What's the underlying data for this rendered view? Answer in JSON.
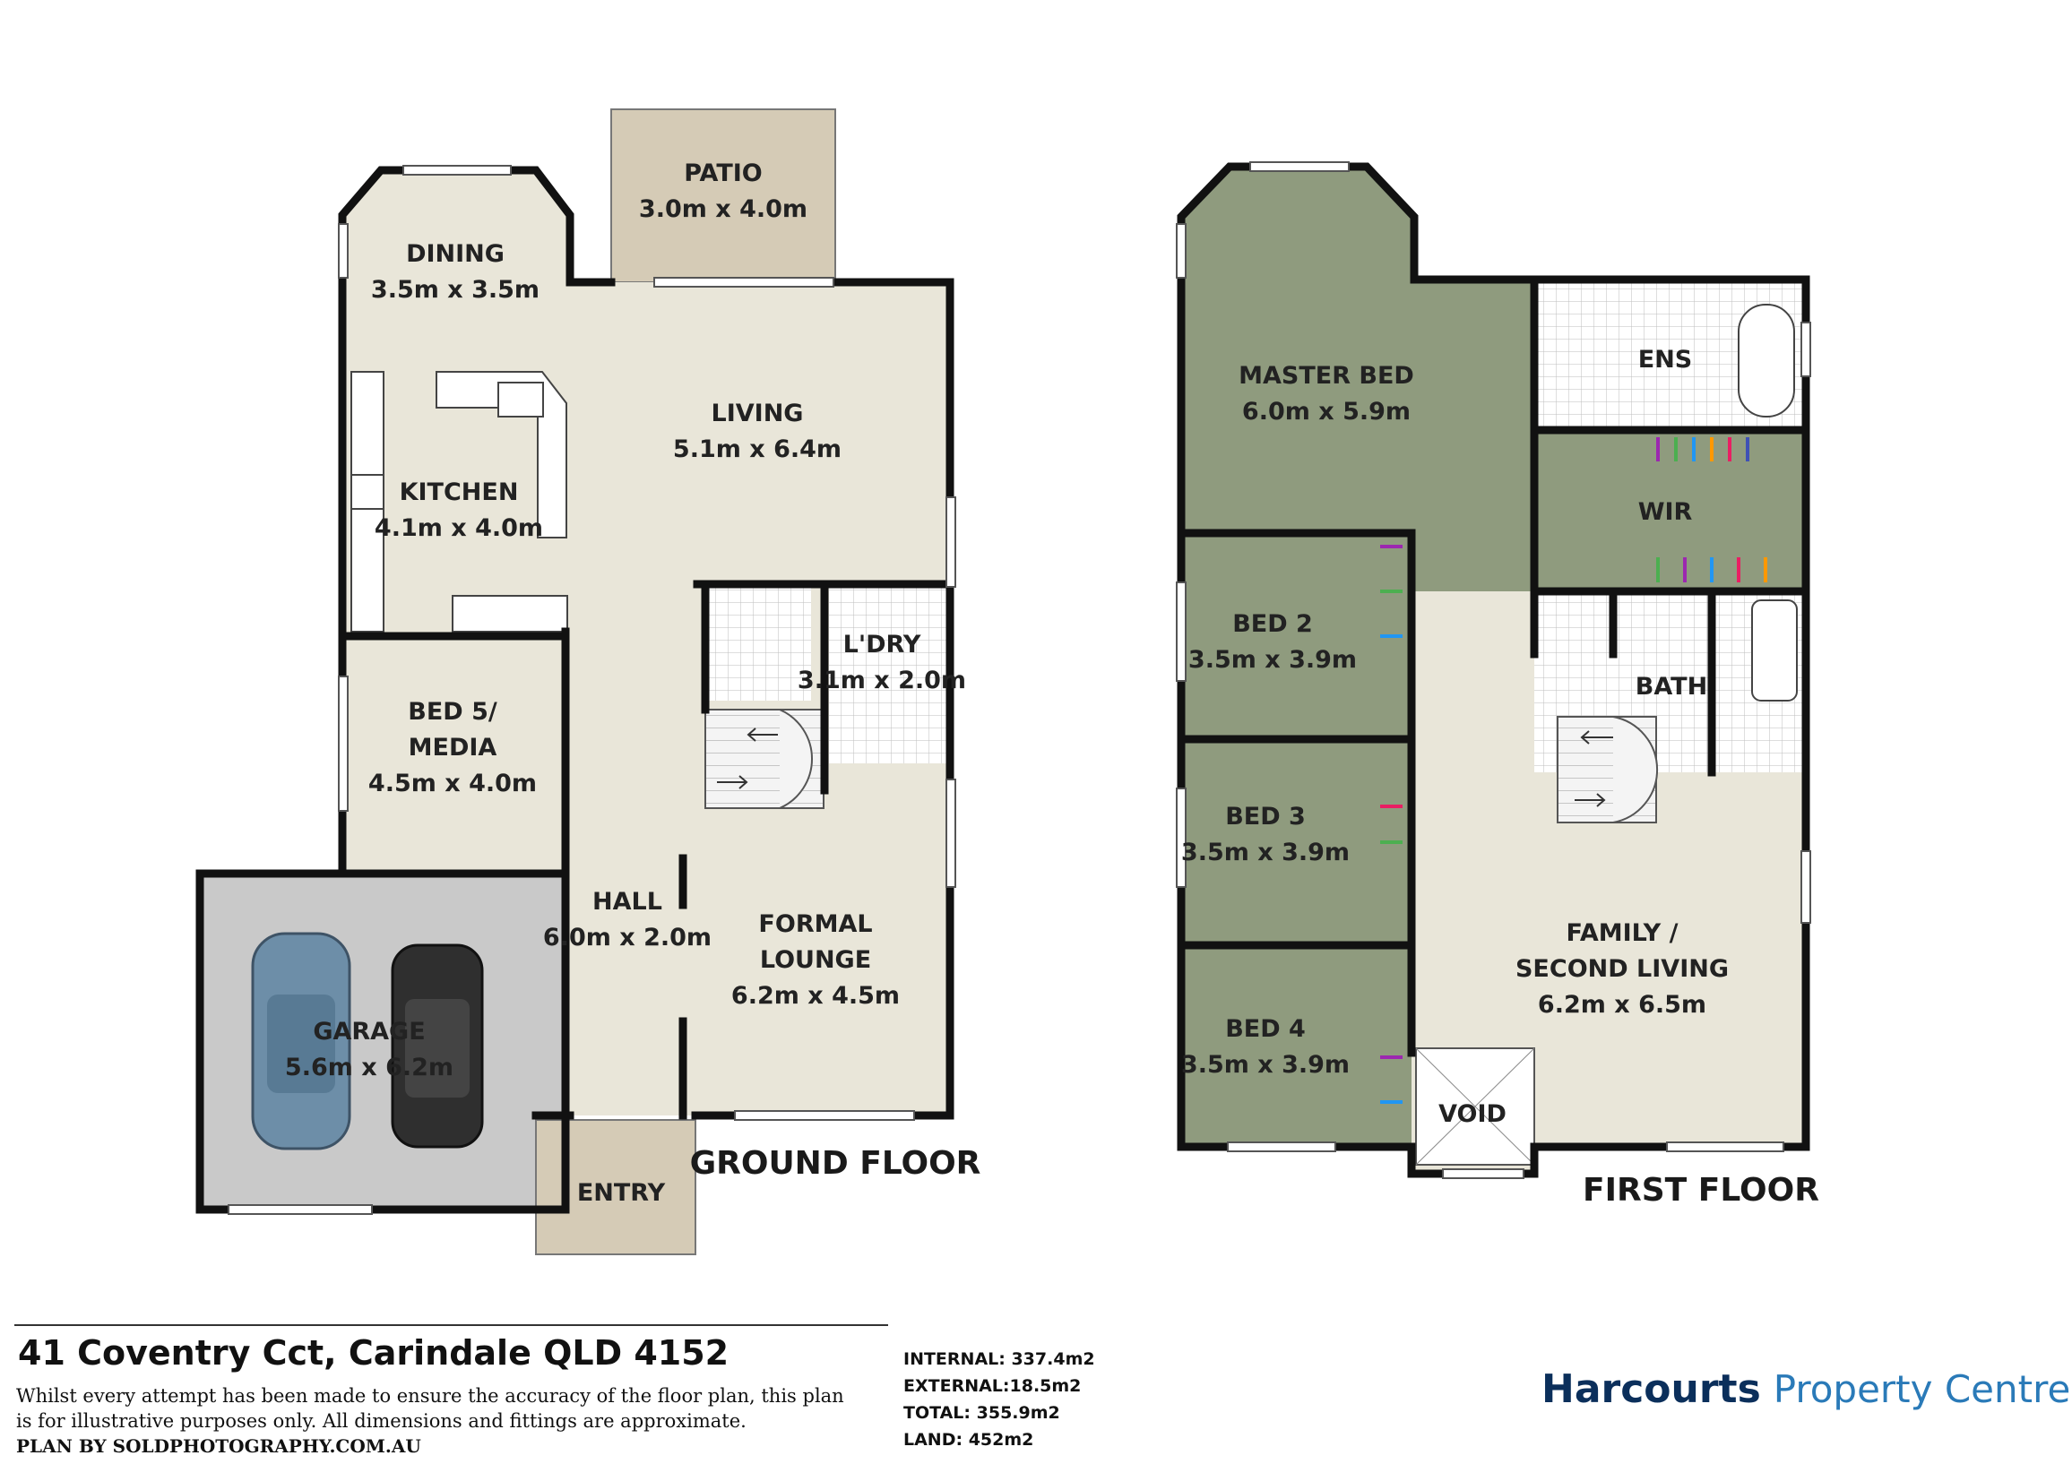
{
  "ground_floor": {
    "title": "GROUND FLOOR",
    "rooms": {
      "patio": {
        "name": "PATIO",
        "size": "3.0m x 4.0m"
      },
      "dining": {
        "name": "DINING",
        "size": "3.5m x 3.5m"
      },
      "living": {
        "name": "LIVING",
        "size": "5.1m x 6.4m"
      },
      "kitchen": {
        "name": "KITCHEN",
        "size": "4.1m x 4.0m"
      },
      "laundry": {
        "name": "L'DRY",
        "size": "3.1m x 2.0m"
      },
      "bed5": {
        "name": "BED 5/",
        "name2": "MEDIA",
        "size": "4.5m x 4.0m"
      },
      "hall": {
        "name": "HALL",
        "size": "6.0m x 2.0m"
      },
      "formal_lounge": {
        "name": "FORMAL",
        "name2": "LOUNGE",
        "size": "6.2m x 4.5m"
      },
      "garage": {
        "name": "GARAGE",
        "size": "5.6m x 6.2m"
      },
      "entry": {
        "name": "ENTRY"
      }
    }
  },
  "first_floor": {
    "title": "FIRST FLOOR",
    "rooms": {
      "master_bed": {
        "name": "MASTER BED",
        "size": "6.0m x 5.9m"
      },
      "ens": {
        "name": "ENS"
      },
      "wir": {
        "name": "WIR"
      },
      "bed2": {
        "name": "BED 2",
        "size": "3.5m x 3.9m"
      },
      "bath": {
        "name": "BATH"
      },
      "bed3": {
        "name": "BED 3",
        "size": "3.5m x 3.9m"
      },
      "family": {
        "name": "FAMILY /",
        "name2": "SECOND LIVING",
        "size": "6.2m x 6.5m"
      },
      "bed4": {
        "name": "BED 4",
        "size": "3.5m x 3.9m"
      },
      "void": {
        "name": "VOID"
      }
    }
  },
  "footer": {
    "address": "41 Coventry Cct, Carindale QLD 4152",
    "disclaimer": "Whilst every attempt has been made to ensure the accuracy of the floor plan, this plan is for illustrative purposes only. All dimensions and fittings are approximate.",
    "plan_by": "PLAN BY SOLDPHOTOGRAPHY.COM.AU",
    "internal": "INTERNAL: 337.4m2",
    "external": "EXTERNAL:18.5m2",
    "total": "TOTAL: 355.9m2",
    "land": "LAND: 452m2"
  },
  "brand": {
    "name": "Harcourts",
    "sub": "Property Centre",
    "colors": {
      "navy": "#0b2f5b",
      "blue": "#2a7ab8"
    }
  },
  "colors": {
    "floor_beige": "#e9e6d9",
    "carpet_green": "#8f9b7e",
    "garage_grey": "#c9c9c9",
    "patio_tan": "#d5cbb6",
    "wall": "#111111",
    "tile": "#ffffff"
  }
}
